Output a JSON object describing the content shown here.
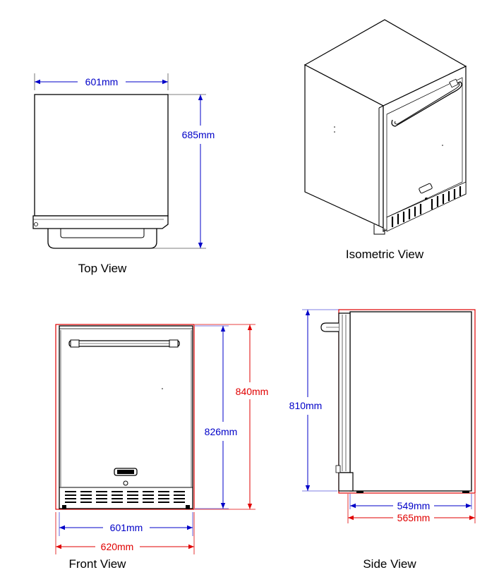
{
  "colors": {
    "blue": "#0000c8",
    "red": "#e00000",
    "line": "#000000",
    "gray": "#555555"
  },
  "views": {
    "top": {
      "caption": "Top View",
      "width_label": "601mm",
      "depth_label": "685mm"
    },
    "isometric": {
      "caption": "Isometric View"
    },
    "front": {
      "caption": "Front View",
      "height_cabinet_label": "826mm",
      "height_total_label": "840mm",
      "width_cabinet_label": "601mm",
      "width_total_label": "620mm"
    },
    "side": {
      "caption": "Side View",
      "height_label": "810mm",
      "depth_cabinet_label": "549mm",
      "depth_total_label": "565mm"
    }
  }
}
